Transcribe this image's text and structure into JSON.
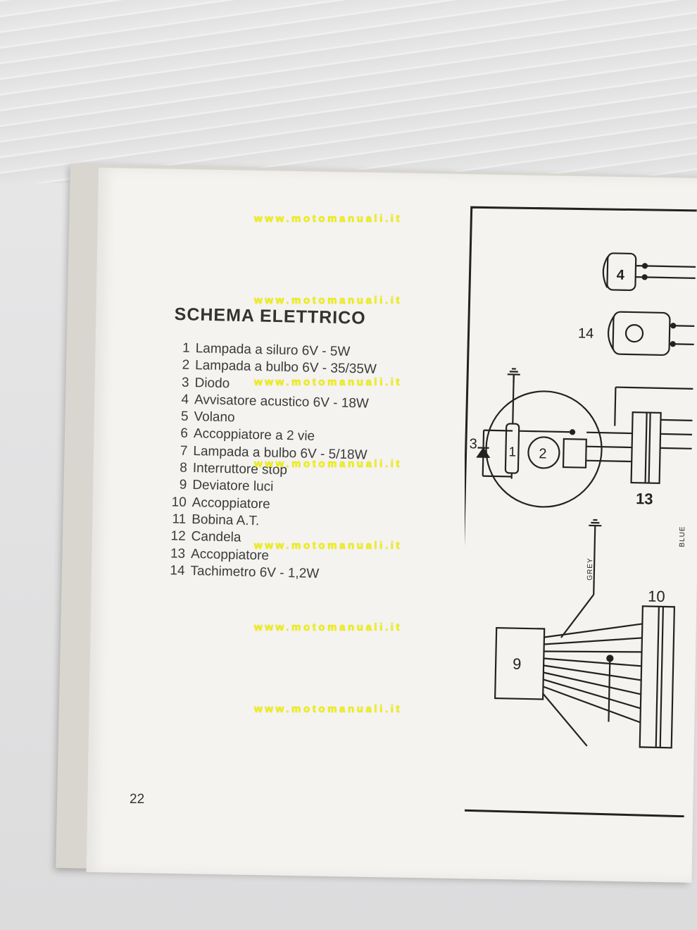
{
  "document": {
    "title": "SCHEMA ELETTRICO",
    "page_number": "22",
    "watermark": "www.motomanuali.it",
    "legend": [
      {
        "num": "1",
        "text": "Lampada a siluro 6V - 5W"
      },
      {
        "num": "2",
        "text": "Lampada a bulbo 6V - 35/35W"
      },
      {
        "num": "3",
        "text": "Diodo"
      },
      {
        "num": "4",
        "text": "Avvisatore acustico 6V - 18W"
      },
      {
        "num": "5",
        "text": "Volano"
      },
      {
        "num": "6",
        "text": "Accoppiatore a 2 vie"
      },
      {
        "num": "7",
        "text": "Lampada a bulbo 6V - 5/18W"
      },
      {
        "num": "8",
        "text": "Interruttore stop"
      },
      {
        "num": "9",
        "text": "Deviatore luci"
      },
      {
        "num": "10",
        "text": "Accoppiatore"
      },
      {
        "num": "11",
        "text": "Bobina A.T."
      },
      {
        "num": "12",
        "text": "Candela"
      },
      {
        "num": "13",
        "text": "Accoppiatore"
      },
      {
        "num": "14",
        "text": "Tachimetro 6V - 1,2W"
      }
    ]
  },
  "diagram": {
    "labels": {
      "c4": "4",
      "c14": "14",
      "c3": "3",
      "c1": "1",
      "c2": "2",
      "c13": "13",
      "c10": "10",
      "c9": "9"
    },
    "wire_labels": {
      "grey": "GREY",
      "blue": "BLUE"
    }
  },
  "colors": {
    "page": "#f4f3ef",
    "ink": "#222222",
    "watermark": "#f2f200"
  }
}
